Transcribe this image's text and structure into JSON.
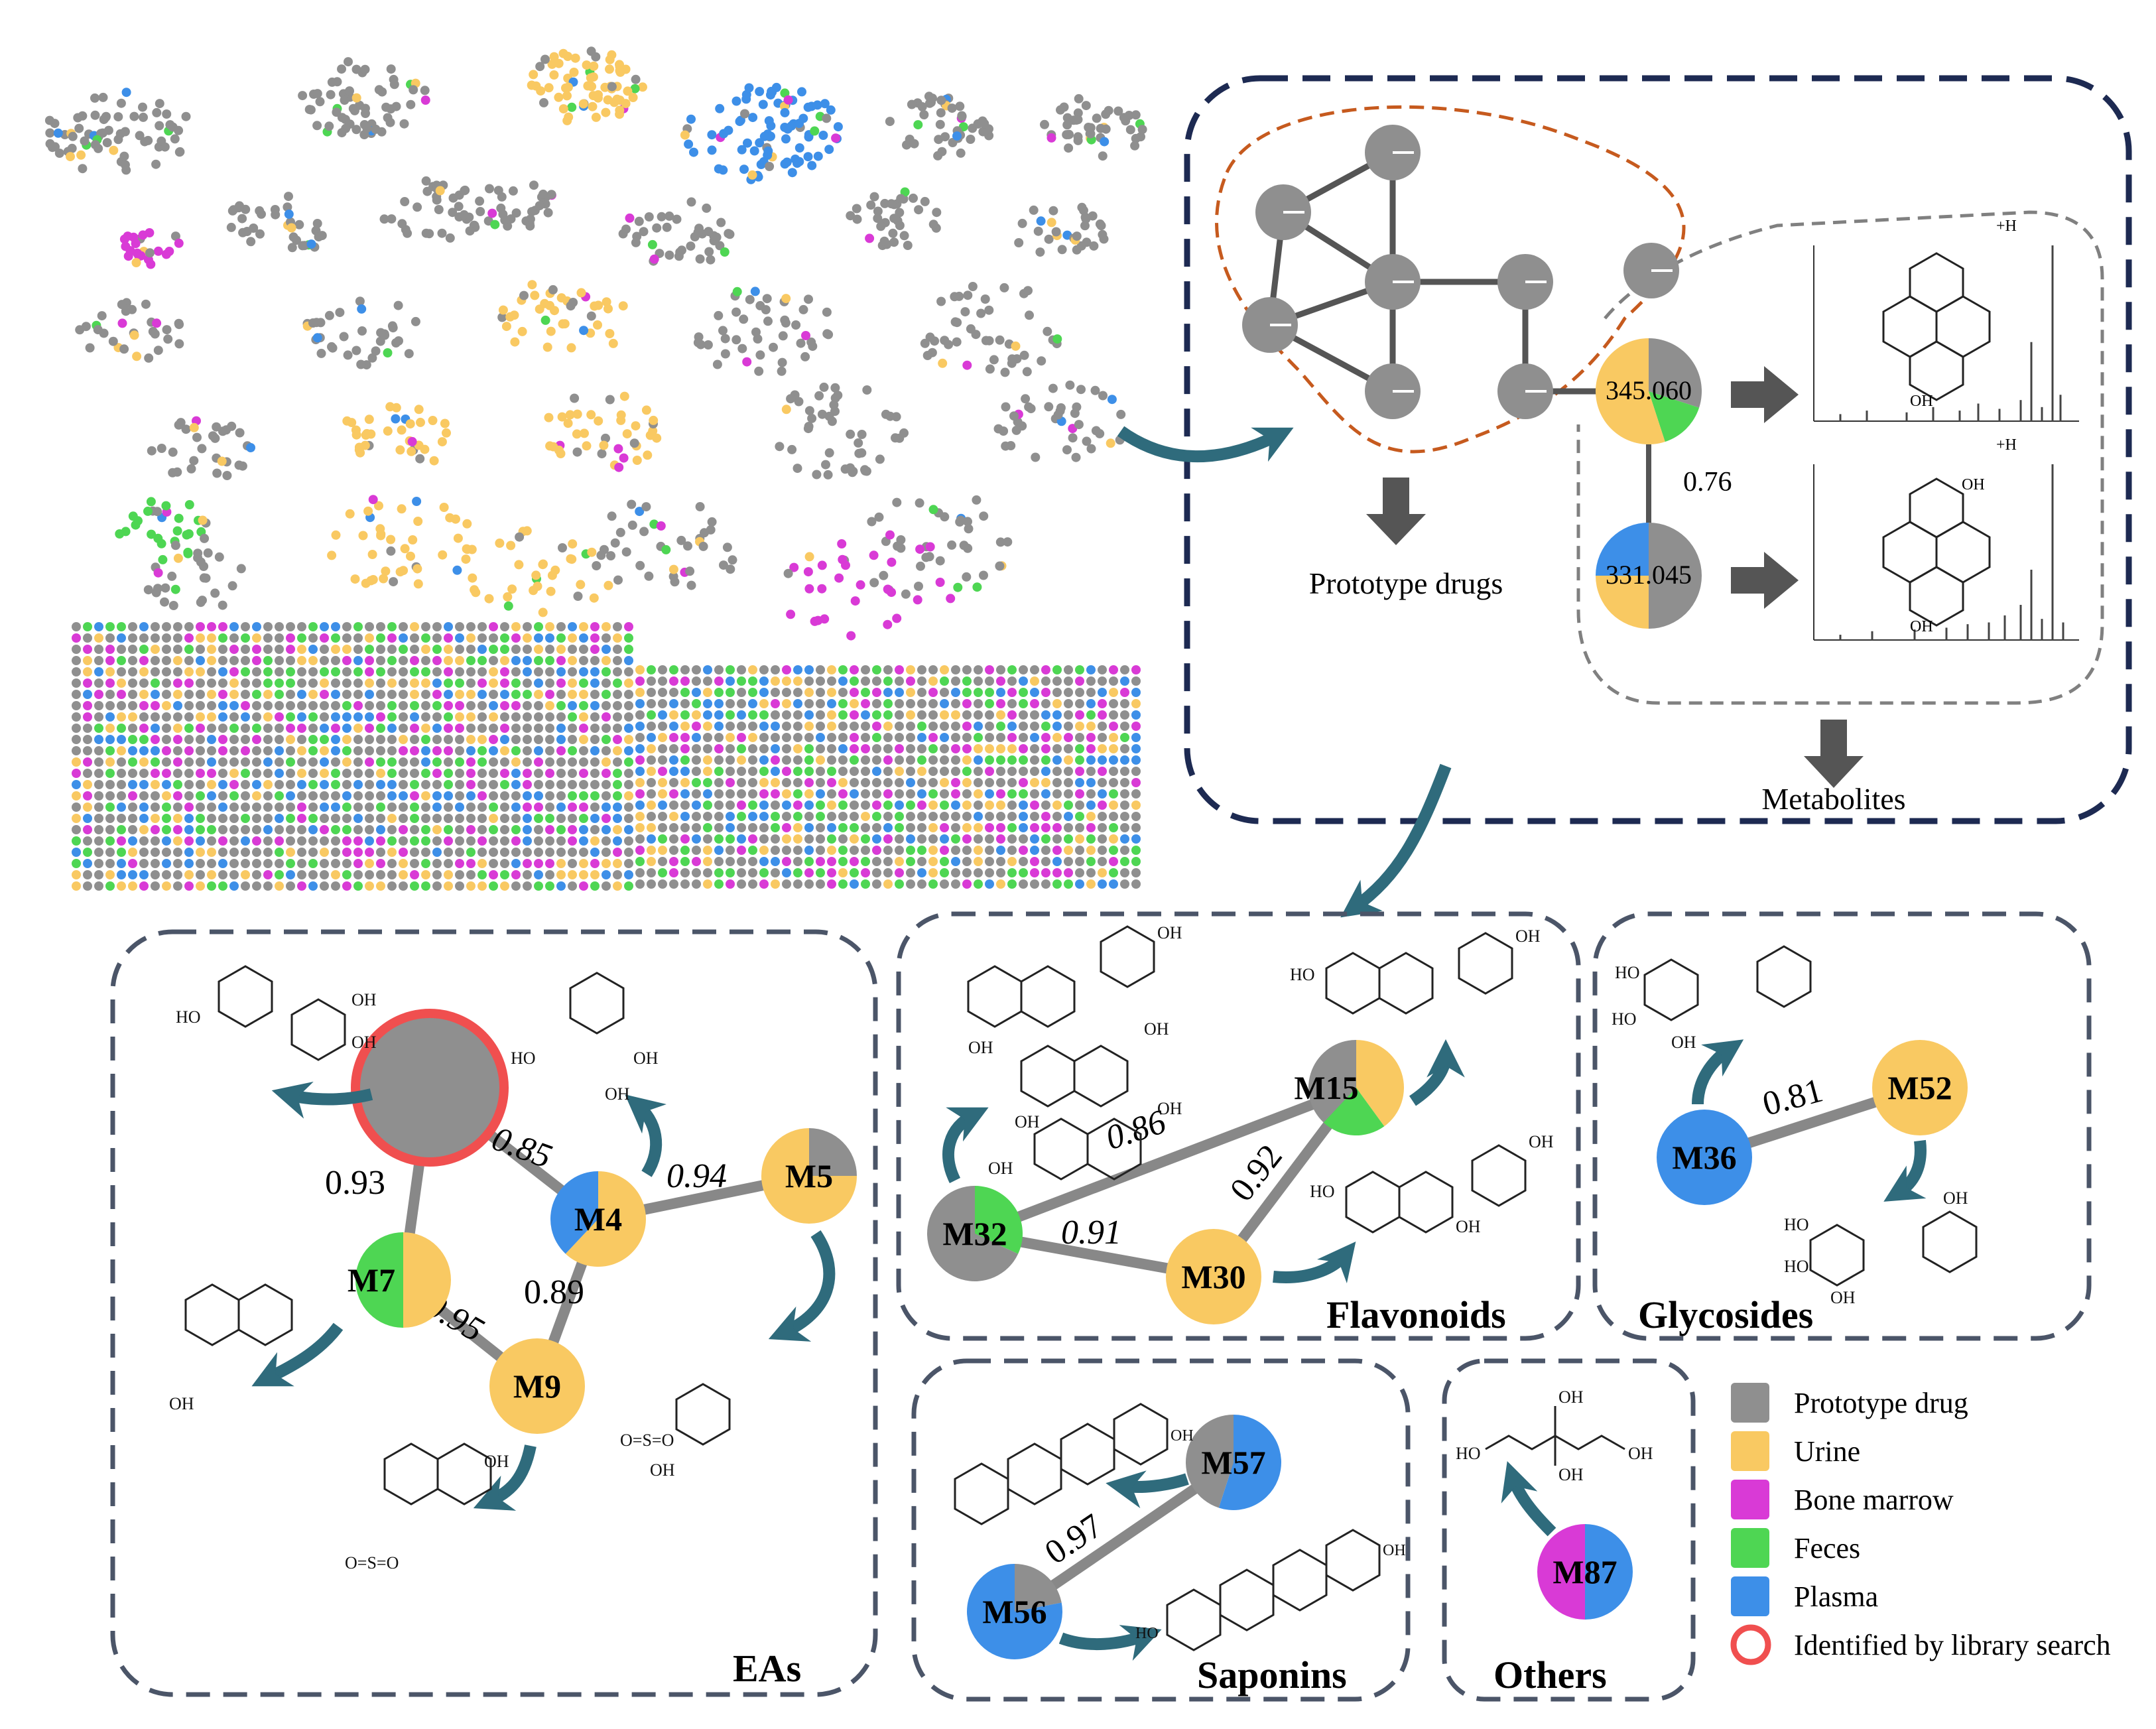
{
  "colors": {
    "prototype": "#8f8f8f",
    "urine": "#f9c962",
    "bone_marrow": "#d93ad6",
    "feces": "#4ed653",
    "plasma": "#3d8fe8",
    "library_ring": "#f04f4f",
    "arrow": "#2f6b7c",
    "navy_dash": "#1d2a52",
    "slate_dash": "#4b5568",
    "orange_dash": "#c65a1e"
  },
  "overview": {
    "node_345": "345.060",
    "node_331": "331.045",
    "edge_score": "0.76",
    "prototype_label": "Prototype drugs",
    "metabolites_label": "Metabolites",
    "spectrum_adduct": "+H"
  },
  "groups": {
    "eas": {
      "label": "EAs",
      "nodes": {
        "m4": "M4",
        "m5": "M5",
        "m7": "M7",
        "m9": "M9"
      },
      "edges": {
        "lib_m4": "0.85",
        "lib_m7": "0.93",
        "m4_m5": "0.94",
        "m4_m9": "0.89",
        "m7_m9": "0.95"
      }
    },
    "flavonoids": {
      "label": "Flavonoids",
      "nodes": {
        "m15": "M15",
        "m30": "M30",
        "m32": "M32"
      },
      "edges": {
        "m32_m15": "0.86",
        "m32_m30": "0.91",
        "m30_m15": "0.92"
      }
    },
    "glycosides": {
      "label": "Glycosides",
      "nodes": {
        "m36": "M36",
        "m52": "M52"
      },
      "edges": {
        "m36_m52": "0.81"
      }
    },
    "saponins": {
      "label": "Saponins",
      "nodes": {
        "m56": "M56",
        "m57": "M57"
      },
      "edges": {
        "m56_m57": "0.97"
      }
    },
    "others": {
      "label": "Others",
      "nodes": {
        "m87": "M87"
      }
    }
  },
  "structure_labels": {
    "hydroxyl": "OH",
    "hydroxyl_left": "HO",
    "sulfate": "O=S=O",
    "carboxyl": "OH"
  },
  "legend": [
    {
      "label": "Prototype drug",
      "color": "#8f8f8f",
      "shape": "square"
    },
    {
      "label": "Urine",
      "color": "#f9c962",
      "shape": "square"
    },
    {
      "label": "Bone marrow",
      "color": "#d93ad6",
      "shape": "square"
    },
    {
      "label": "Feces",
      "color": "#4ed653",
      "shape": "square"
    },
    {
      "label": "Plasma",
      "color": "#3d8fe8",
      "shape": "square"
    },
    {
      "label": "Identified by library search",
      "color": "#f04f4f",
      "shape": "ring"
    }
  ]
}
